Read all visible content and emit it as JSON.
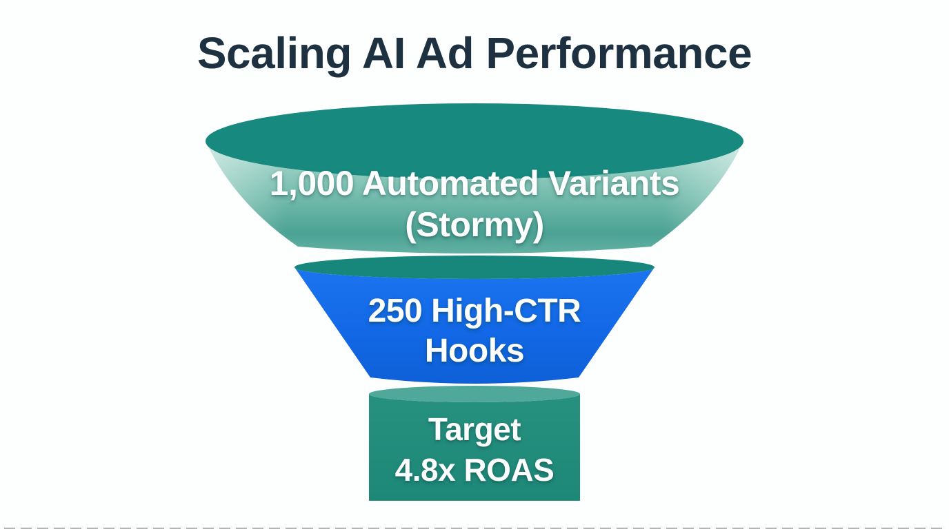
{
  "title": "Scaling AI Ad Performance",
  "title_color": "#1d3140",
  "background_color": "#fdfefe",
  "text_color": "#fdfefe",
  "chart_data": {
    "type": "funnel",
    "title": "Scaling AI Ad Performance",
    "orientation": "top-wide-to-bottom-narrow",
    "stages": [
      {
        "name": "automated-variants",
        "label": "1,000 Automated Variants (Stormy)",
        "line1": "1,000 Automated Variants",
        "line2": "(Stormy)",
        "value": 1000,
        "rim_color": "#18897e",
        "body_gradient_top": "#b5ded4",
        "body_gradient_bottom": "#4ba294",
        "text_color": "#ffffff"
      },
      {
        "name": "high-ctr-hooks",
        "label": "250 High-CTR Hooks",
        "line1": "250 High-CTR",
        "line2": "Hooks",
        "value": 250,
        "rim_color": "#17877c",
        "body_gradient_top": "#1c74ef",
        "body_gradient_bottom": "#0e60d7",
        "text_color": "#ffffff"
      },
      {
        "name": "target-roas",
        "label": "Target 4.8x ROAS",
        "line1": "Target",
        "line2": "4.8x ROAS",
        "value": 4.8,
        "value_unit": "x ROAS",
        "rim_color": "#50a89b",
        "body_gradient_top": "#27917f",
        "body_gradient_bottom": "#1e8878",
        "text_color": "#ffffff"
      }
    ]
  }
}
